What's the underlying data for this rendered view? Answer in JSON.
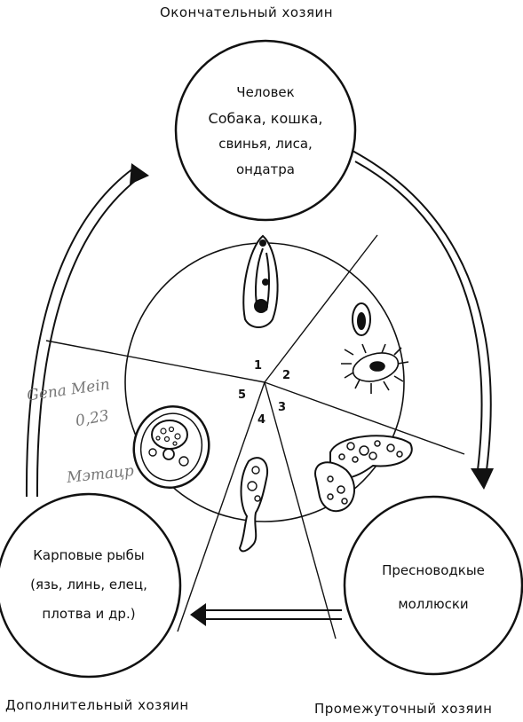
{
  "labels": {
    "definitive_host": "Окончательный хозяин",
    "intermediate_host": "Промежуточный хозяин",
    "additional_host": "Дополнительный хозяин"
  },
  "hosts": {
    "top": [
      "Человек",
      "Собака, кошка,",
      "свинья, лиса,",
      "ондатра"
    ],
    "bottom_left": [
      "Карповые рыбы",
      "(язь, линь, елец,",
      "плотва и др.)"
    ],
    "bottom_right": [
      "Пресноводкые",
      "моллюски"
    ]
  },
  "stages": [
    "1",
    "2",
    "3",
    "4",
    "5"
  ],
  "handwriting": {
    "left_1": "Gena Mein",
    "left_2": "0,23",
    "left_3": "Мэтацр"
  }
}
